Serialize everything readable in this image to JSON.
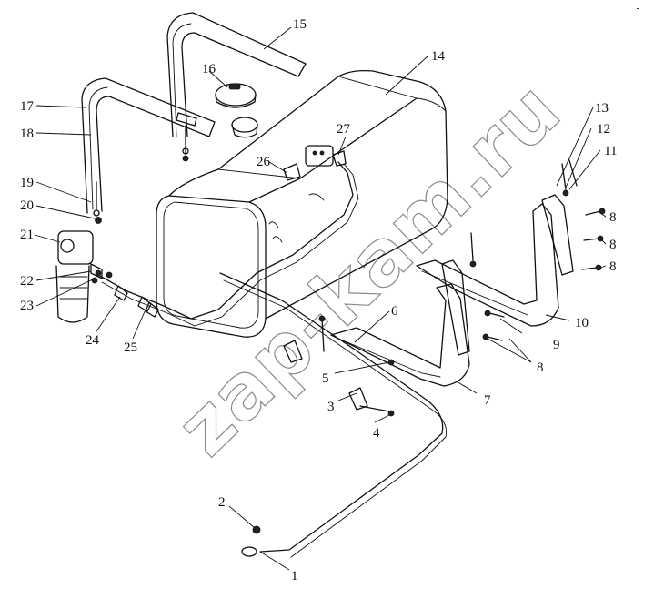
{
  "diagram": {
    "callouts": [
      "1",
      "2",
      "3",
      "4",
      "5",
      "6",
      "7",
      "8",
      "9",
      "10",
      "11",
      "12",
      "13",
      "14",
      "15",
      "16",
      "17",
      "18",
      "19",
      "20",
      "21",
      "22",
      "23",
      "24",
      "25",
      "26",
      "27"
    ],
    "extra_labels": [
      "8",
      "8",
      "8"
    ],
    "watermark": "zap-kam.ru",
    "corner_mark": "ـ"
  }
}
